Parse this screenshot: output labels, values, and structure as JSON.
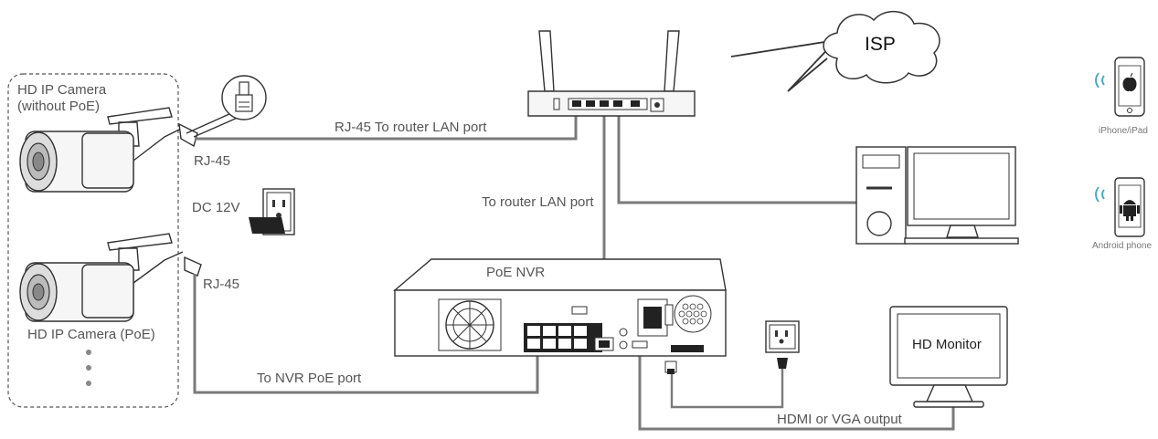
{
  "labels": {
    "camera_no_poe": "HD IP Camera\n(without PoE)",
    "rj45_top": "RJ-45",
    "dc12v": "DC 12V",
    "rj45_bottom": "RJ-45",
    "camera_poe": "HD IP Camera (PoE)",
    "router_cable": "RJ-45 To router LAN port",
    "to_router_lan": "To router LAN port",
    "nvr": "PoE NVR",
    "to_nvr_poe": "To NVR PoE port",
    "hdmi_vga": "HDMI or VGA output",
    "hd_monitor": "HD Monitor",
    "isp": "ISP",
    "iphone": "iPhone/iPad",
    "android": "Android phone"
  },
  "colors": {
    "line": "#6b6b6b",
    "cable": "#8a8a8a",
    "device_fill": "#f4f4f4"
  },
  "icons": [
    "wireless-router",
    "cloud",
    "lightning-link",
    "ip-camera",
    "wall-outlet",
    "power-adapter",
    "poe-nvr",
    "desktop-pc",
    "monitor",
    "iphone",
    "android-phone",
    "wifi-signal",
    "apple-logo",
    "android-logo",
    "power-plug"
  ]
}
